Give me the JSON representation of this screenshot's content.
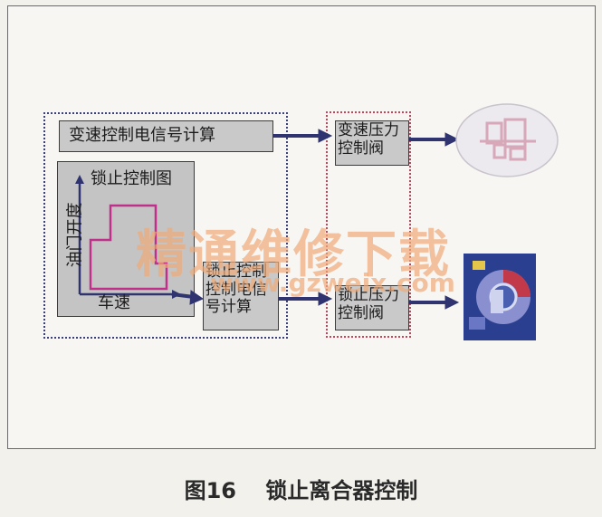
{
  "diagram": {
    "box_shift_signal": "变速控制电信号计算",
    "chart_title": "锁止控制图",
    "chart_ylabel": "油门开度",
    "chart_xlabel": "车速",
    "box_lockup_signal_lines": [
      "锁止控制",
      "控制电信",
      "号计算"
    ],
    "box_shift_valve_lines": [
      "变速压力",
      "控制阀"
    ],
    "box_lockup_valve_lines": [
      "锁止压力",
      "控制阀"
    ],
    "watermark_cn": "精通维修下载",
    "watermark_url": "www.gzweix.com"
  },
  "caption": {
    "figure_number": "图16",
    "title": "锁止离合器控制"
  },
  "colors": {
    "arrow": "#2f3470",
    "chart_line": "#c0308a",
    "red_dotted": "#c0455a",
    "blue_dotted": "#3b3f7a"
  }
}
